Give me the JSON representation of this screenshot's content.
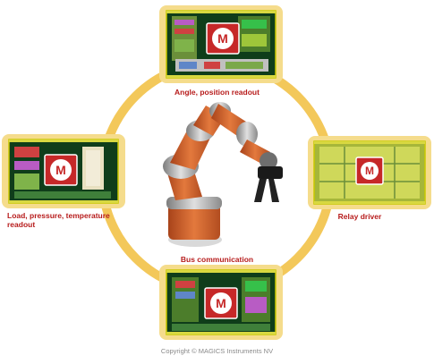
{
  "captions": {
    "top": "Angle, position readout",
    "left": "Load, pressure, temperature readout",
    "right": "Relay driver",
    "bottom": "Bus communication"
  },
  "copyright": "Copyright © MAGICS Instruments NV",
  "logo_letter": "M",
  "colors": {
    "ring": "#f3c85a",
    "chip_frame": "#f5dc8c",
    "chip_bg": "#0f3d1a",
    "logo_red": "#c62828",
    "robot_orange": "#d9652b",
    "caption_red": "#b71c1c"
  }
}
